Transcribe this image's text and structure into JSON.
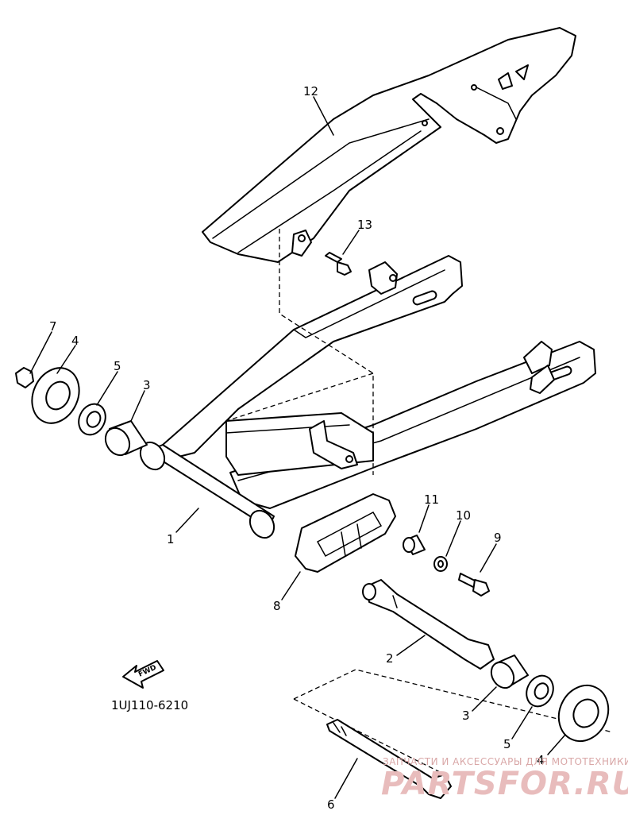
{
  "diagram": {
    "part_code": "1UJ110-6210",
    "fwd_label": "FWD",
    "callouts": {
      "c12": "12",
      "c13": "13",
      "c7": "7",
      "c4a": "4",
      "c5a": "5",
      "c3a": "3",
      "c1": "1",
      "c11": "11",
      "c10": "10",
      "c9": "9",
      "c8": "8",
      "c2": "2",
      "c3b": "3",
      "c5b": "5",
      "c4b": "4",
      "c6": "6"
    }
  },
  "watermark": {
    "tagline": "ЗАПЧАСТИ И АКСЕССУАРЫ ДЛЯ МОТОТЕХНИКИ",
    "brand": "PARTSFOR.RU"
  }
}
